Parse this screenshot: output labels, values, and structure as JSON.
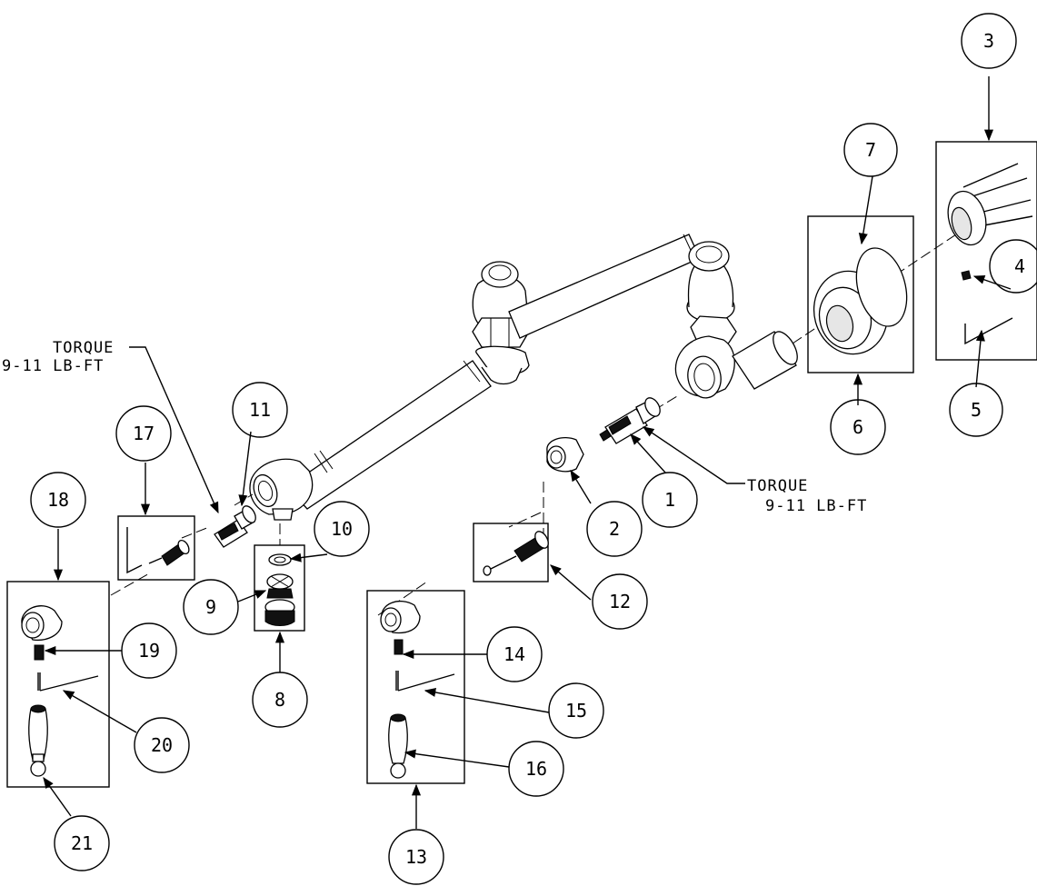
{
  "notes": {
    "torque_left_line1": "TORQUE",
    "torque_left_line2": "9-11 LB-FT",
    "torque_right_line1": "TORQUE",
    "torque_right_line2": "9-11 LB-FT"
  },
  "callouts": {
    "c1": "1",
    "c2": "2",
    "c3": "3",
    "c4": "4",
    "c5": "5",
    "c6": "6",
    "c7": "7",
    "c8": "8",
    "c9": "9",
    "c10": "10",
    "c11": "11",
    "c12": "12",
    "c13": "13",
    "c14": "14",
    "c15": "15",
    "c16": "16",
    "c17": "17",
    "c18": "18",
    "c19": "19",
    "c20": "20",
    "c21": "21"
  }
}
